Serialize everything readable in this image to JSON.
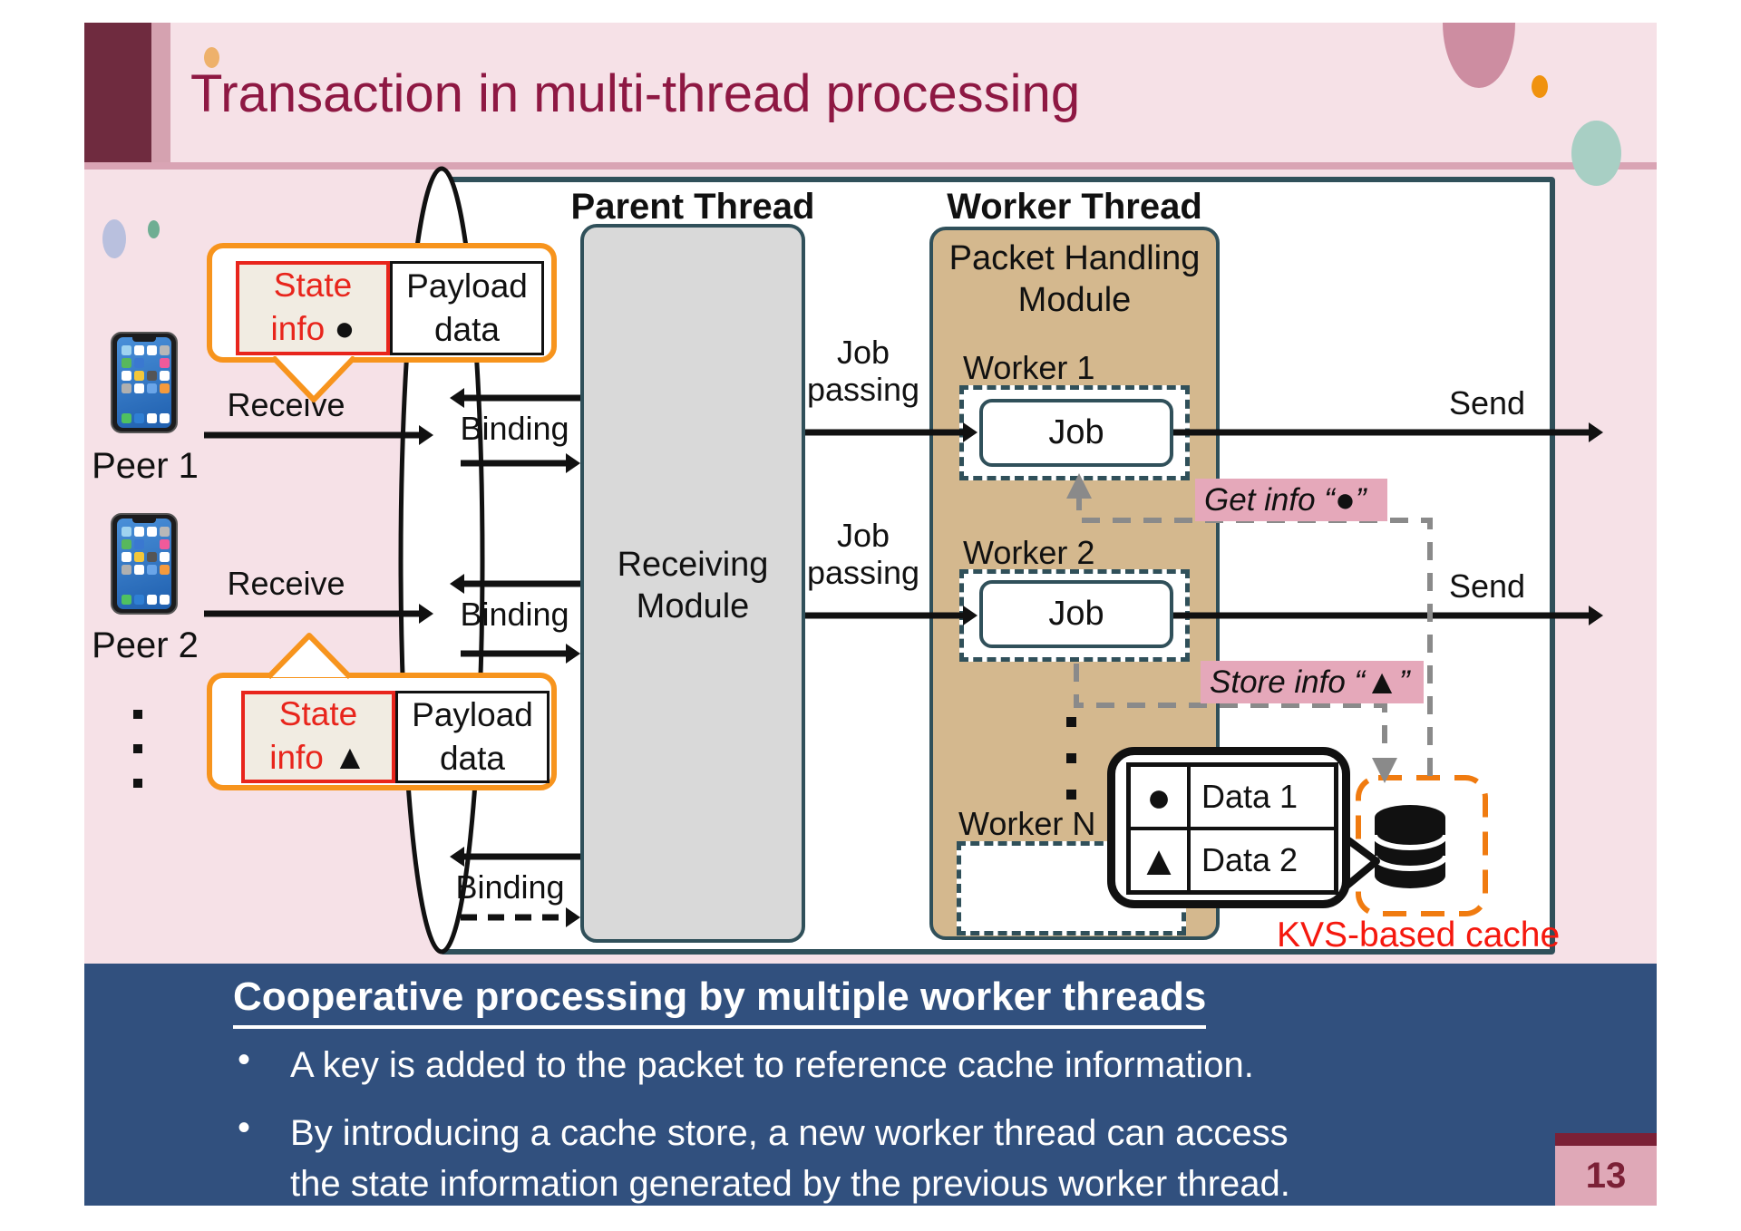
{
  "slide": {
    "title": "Transaction in multi-thread processing",
    "page_number": "13"
  },
  "diagram": {
    "parent_thread_label": "Parent Thread",
    "worker_thread_label": "Worker Thread",
    "receiving_module_lines": [
      "Receiving",
      "Module"
    ],
    "packet_module_lines": [
      "Packet Handling",
      "Module"
    ],
    "job_passing_lines": [
      "Job",
      "passing"
    ],
    "binding_label": "Binding",
    "receive_label": "Receive",
    "send_label": "Send",
    "peers": [
      {
        "label": "Peer 1"
      },
      {
        "label": "Peer 2"
      }
    ],
    "workers": [
      {
        "label": "Worker 1",
        "job_label": "Job"
      },
      {
        "label": "Worker 2",
        "job_label": "Job"
      },
      {
        "label": "Worker N",
        "job_label": ""
      }
    ],
    "callouts": [
      {
        "state_word": "State",
        "info_word": "info",
        "symbol": "●",
        "payload_lines": [
          "Payload",
          "data"
        ]
      },
      {
        "state_word": "State",
        "info_word": "info",
        "symbol": "▲",
        "payload_lines": [
          "Payload",
          "data"
        ]
      }
    ],
    "get_info": {
      "prefix": "Get info “",
      "symbol": "●",
      "suffix": "”"
    },
    "store_info": {
      "prefix": "Store info “",
      "symbol": "▲",
      "suffix": "”"
    },
    "cache": {
      "rows": [
        {
          "symbol": "●",
          "label": "Data 1"
        },
        {
          "symbol": "▲",
          "label": "Data 2"
        }
      ],
      "kvs_label": "KVS-based cache"
    }
  },
  "footer": {
    "heading": "Cooperative processing by multiple worker threads",
    "bullet_char": "•",
    "bullets": [
      "A key is added to the packet to reference cache information.",
      "By introducing a cache store, a new worker thread can access the state information generated by the previous worker thread."
    ]
  },
  "colors": {
    "slide_pink": "#f6e1e7",
    "maroon_block": "#6f2b3f",
    "title": "#8e1843",
    "teal_border": "#30505a",
    "module_gray": "#d9d9d9",
    "module_tan": "#d4b88e",
    "footer_blue": "#31507e",
    "callout_orange": "#f7941d",
    "alert_red": "#e8251c",
    "highlight_pink": "#e5a8ba",
    "dash_gray": "#8a8a8a",
    "kvs_red": "#f5180e",
    "page_pink": "#dfa8b7",
    "page_maroon": "#7b2036"
  },
  "phone": {
    "app_colors": [
      [
        "#9fd3f0",
        "#ffffff",
        "#ffffff",
        "#b8b8b8"
      ],
      [
        "#58b85c",
        "#3a78d0",
        "",
        "#f05a9a"
      ],
      [
        "#ffffff",
        "#f3c73a",
        "#555555",
        "#ffffff"
      ],
      [
        "#b0b0b0",
        "#ffffff",
        "#6aa5e8",
        "#f59a3c"
      ]
    ],
    "dock_colors": [
      "#4fc160",
      "#2f7fd4",
      "#ffffff",
      "#ffffff"
    ]
  }
}
